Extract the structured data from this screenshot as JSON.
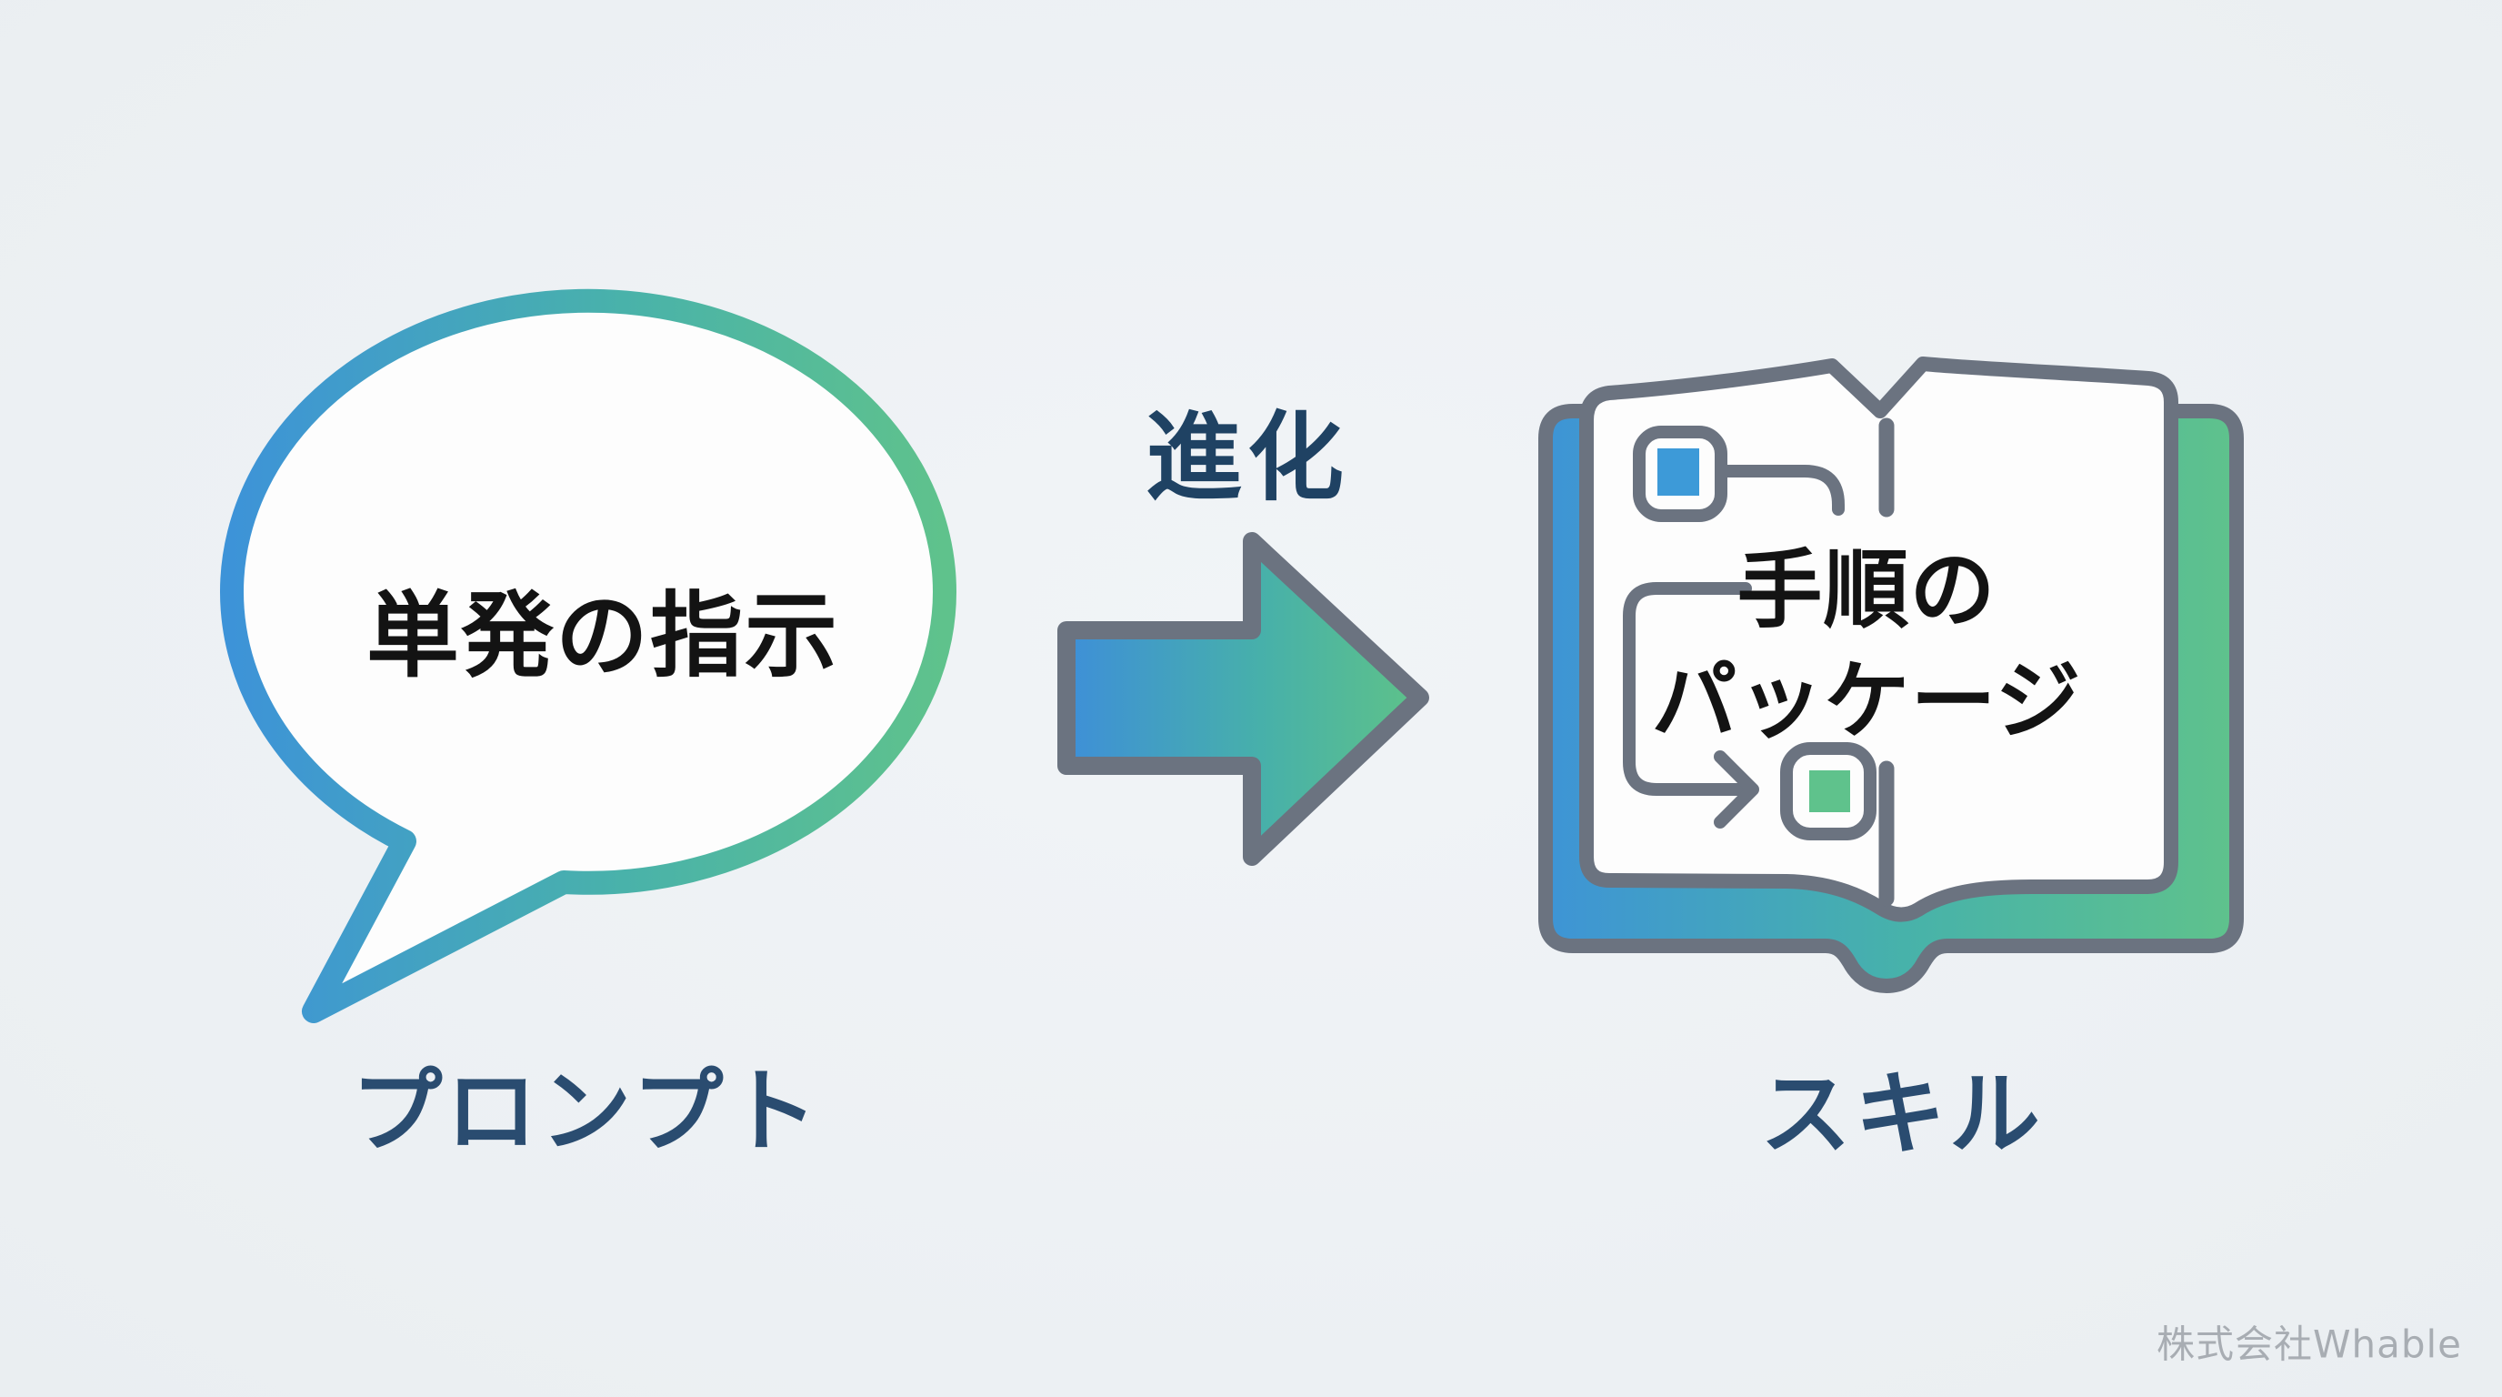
{
  "left_group": {
    "bubble_text": "単発の指示",
    "caption": "プロンプト"
  },
  "center_group": {
    "label": "進化"
  },
  "right_group": {
    "book_line1": "手順の",
    "book_line2": "パッケージ",
    "caption": "スキル"
  },
  "watermark": {
    "text": "株式会社Whable"
  },
  "icons": {
    "speech_bubble": "speech-bubble-icon",
    "evolution_arrow": "right-arrow-icon",
    "open_book": "open-book-icon",
    "flow_start": "blue-square-node-icon",
    "flow_connectors": "flowchart-connector-icon",
    "flow_end": "green-square-node-icon"
  },
  "colors": {
    "background": "#edf0f3",
    "gradient_blue": "#3d93d8",
    "gradient_teal": "#49b2aa",
    "gradient_green": "#5fc28c",
    "outline_gray": "#6b7380",
    "navy_text": "#2a4c70",
    "evolution_navy": "#1f4263",
    "black_text": "#131313",
    "watermark_gray": "#a8adb3",
    "white_fill": "#fdfdfd"
  }
}
